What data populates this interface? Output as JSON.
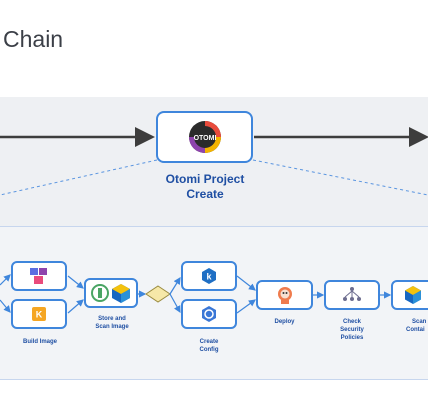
{
  "title": "Chain",
  "top_node": {
    "label_line1": "Otomi Project",
    "label_line2": "Create",
    "logo_text": "OTOMI"
  },
  "steps": {
    "build_image": "Build Image",
    "store_scan_line1": "Store and",
    "store_scan_line2": "Scan Image",
    "create_config_line1": "Create",
    "create_config_line2": "Config",
    "deploy": "Deploy",
    "check_line1": "Check",
    "check_line2": "Security",
    "check_line3": "Policies",
    "scan_line1": "Scan",
    "scan_line2": "Contai"
  },
  "icons": {
    "k_badge": "K",
    "k_icon_letter": "k"
  },
  "colors": {
    "accent": "#3f86dc",
    "label": "#1f4fa3",
    "arrow": "#3d3d3d"
  }
}
